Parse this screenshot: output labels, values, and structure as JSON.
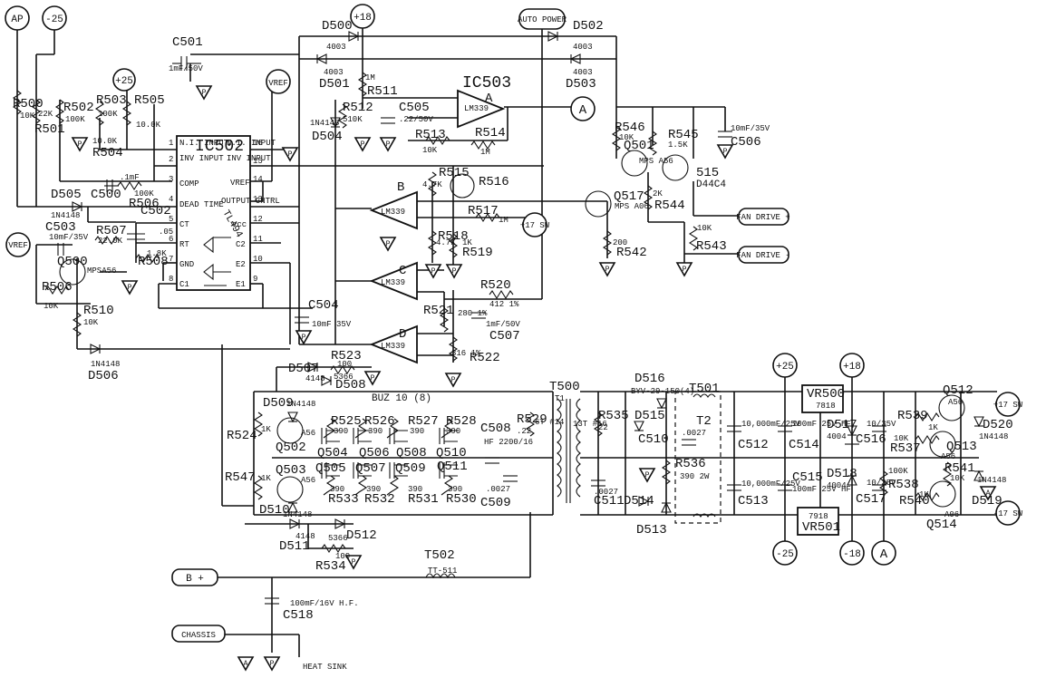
{
  "rails": {
    "ap": "AP",
    "n25": "-25",
    "p18": "+18",
    "p25": "+25",
    "vref": "VREF",
    "auto_power": "AUTO POWER",
    "a": "A",
    "p17": "+17 SW",
    "p25b": "+25",
    "p18b": "+18",
    "n25b": "-25",
    "n18b": "-18",
    "a2": "A",
    "p17b": "+17 SW",
    "n17": "-17 SW",
    "bplus": "B +",
    "chassis": "CHASSIS",
    "fan_p": "FAN DRIVE +",
    "fan_n": "FAN DRIVE -",
    "a_out": "A"
  },
  "ic": {
    "ic502": "IC502",
    "tl494": "TL494",
    "ic503": "IC503",
    "a": "A",
    "b": "B",
    "c": "C",
    "d": "D",
    "lm339": "LM339"
  },
  "ic502_pins": {
    "ni_in1": "N.I. INPUT",
    "inv_in1": "INV INPUT",
    "comp": "COMP",
    "dead": "DEAD TIME",
    "ct": "CT",
    "rt": "RT",
    "gnd": "GND",
    "c1": "C1",
    "ni_in2": "N.I. INPUT",
    "inv_in2": "INV INPUT",
    "vref": "VREF",
    "occ": "OUTPUT CNTRL",
    "vcc": "Vcc",
    "c2": "C2",
    "e2": "E2",
    "e1": "E1",
    "p1": "1",
    "p2": "2",
    "p3": "3",
    "p4": "4",
    "p5": "5",
    "p6": "6",
    "p7": "7",
    "p8": "8",
    "p16": "16",
    "p15": "15",
    "p14": "14",
    "p13": "13",
    "p12": "12",
    "p11": "11",
    "p10": "10",
    "p9": "9"
  },
  "parts": {
    "c501": "C501",
    "c501v": "1mF/50V",
    "d500": "D500",
    "d500v": "4003",
    "d501": "D501",
    "d501v": "4003",
    "d502": "D502",
    "d502v": "4003",
    "d503": "D503",
    "d503v": "4003",
    "r500": "R500",
    "r500v": "10K",
    "r501": "R501",
    "r501v": "22K",
    "r502": "R502",
    "r502v": "100K",
    "r503": "R503",
    "r503v": "100K",
    "r504": "R504",
    "r504v": "10.0K",
    "r505": "R505",
    "r505v": "10.0K",
    "r506a": "R506",
    "r506av": "100K",
    "r511": "R511",
    "r511v": "1M",
    "r512": "R512",
    "r512v": "510K",
    "c505": "C505",
    "c505v": ".22/50V",
    "d504": "D504",
    "d504v": "1N4148",
    "r513": "R513",
    "r513v": "10K",
    "r514": "R514",
    "r514v": "1M",
    "r515": "R515",
    "r515v": "4.7K",
    "r516": "R516",
    "r517": "R517",
    "r517v": "1M",
    "r518": "R518",
    "r518v": "4.7K",
    "r519": "R519",
    "r519v": "1K",
    "c500": "C500",
    "c500v": ".1mF",
    "d505": "D505",
    "d505v": "1N4148",
    "c503": "C503",
    "c503v": "10mF/35V",
    "c502": "C502",
    "c502v": ".05",
    "r507": "R507",
    "r507v": "22.0K",
    "r508": "R508",
    "r508v": "1.8K",
    "q500": "Q500",
    "q500v": "MPSA56",
    "r506": "R506",
    "r506v": "10K",
    "r510": "R510",
    "r510v": "10K",
    "d506": "D506",
    "d506v": "1N4148",
    "r520": "R520",
    "r520v": "412 1%",
    "r521": "R521",
    "r521v": "280 1%",
    "r522": "R522",
    "r522v": "316 1%",
    "c507": "C507",
    "c507v": "1mF/50V",
    "c504": "C504",
    "c504v": "10mF 35V",
    "r546": "R546",
    "r546v": "10K",
    "q501": "Q501",
    "q501v": "MPS A56",
    "r545": "R545",
    "r545v": "1.5K",
    "q515": "515",
    "q515v": "D44C4",
    "c506": "C506",
    "c506v": "10mF/35V",
    "q517": "Q517",
    "q517v": "MPS A06",
    "r544": "R544",
    "r544v": "2K",
    "r542": "R542",
    "r542v": "200",
    "r543": "R543",
    "r543v": "10K",
    "r523": "R523",
    "r523v": "100",
    "d507": "D507",
    "d507v": "4148",
    "d508": "D508",
    "d508v": "5366",
    "d509": "D509",
    "d509v": "1N4148",
    "q502": "Q502",
    "q502v": "A56",
    "q503": "Q503",
    "q503v": "A56",
    "d510": "D510",
    "d510v": "1N4148",
    "d511": "D511",
    "d511v": "4148",
    "d512": "D512",
    "d512v": "5366",
    "r534": "R534",
    "r534v": "100",
    "r524": "R524",
    "r524v": "1K",
    "r547": "R547",
    "r547v": "1K",
    "buz": "BUZ 10 (8)",
    "r525": "R525",
    "r526": "R526",
    "r527": "R527",
    "r528": "R528",
    "r533": "R533",
    "r532": "R532",
    "r531": "R531",
    "r530": "R530",
    "r390": "390",
    "q504": "Q504",
    "q506": "Q506",
    "q508": "Q508",
    "q510": "Q510",
    "q505": "Q505",
    "q507": "Q507",
    "q509": "Q509",
    "q511": "Q511",
    "c508": "C508",
    "c508v": "HF 2200/16",
    "r529": "R529",
    "r529v": ".22",
    "c509": "C509",
    "c509v": ".0027",
    "t500": "T500",
    "t1": "T1",
    "t500s": "6T #14",
    "t500p": "13T #16",
    "t502": "T502",
    "t502v": "TT-511",
    "c518": "C518",
    "c518v": "100mF/16V H.F.",
    "heat": "HEAT SINK",
    "r535": "R535",
    "r535v": "22",
    "c511": "C511",
    "c511v": ".0027",
    "d516": "D516",
    "d516v": "BYV-29-150(4)",
    "d515": "D515",
    "c510": "C510",
    "c510v": ".0027",
    "t501": "T501",
    "t2": "T2",
    "r536": "R536",
    "r536v": "390 2W",
    "d514": "D514",
    "d513": "D513",
    "c512": "C512",
    "c512v": "10,000mF/25V",
    "c513": "C513",
    "c513v": "10,000mF/25V",
    "c514": "C514",
    "c514v": "100mF 25V HF",
    "c515": "C515",
    "c515v": "100mF 25V HF",
    "vr500": "VR500",
    "vr500v": "7818",
    "vr501": "VR501",
    "vr501v": "7918",
    "d517": "D517",
    "d517v": "4004",
    "d518": "D518",
    "d518v": "4004",
    "c516": "C516",
    "c516v": "10/35V",
    "c517": "C517",
    "c517v": "10/35V",
    "r538": "R538",
    "r538v": "100K",
    "q512": "Q512",
    "q512v": "A56",
    "r539": "R539",
    "r539v": "1K",
    "r537": "R537",
    "r537v": "10K",
    "q513": "Q513",
    "q513v": "A56",
    "r541": "R541",
    "r541v": "10K",
    "r540": "R540",
    "r540v": "1K",
    "q514": "Q514",
    "q514v": "A06",
    "d520": "D520",
    "d520v": "1N4148",
    "d519": "D519",
    "d519v": "1N4148"
  }
}
